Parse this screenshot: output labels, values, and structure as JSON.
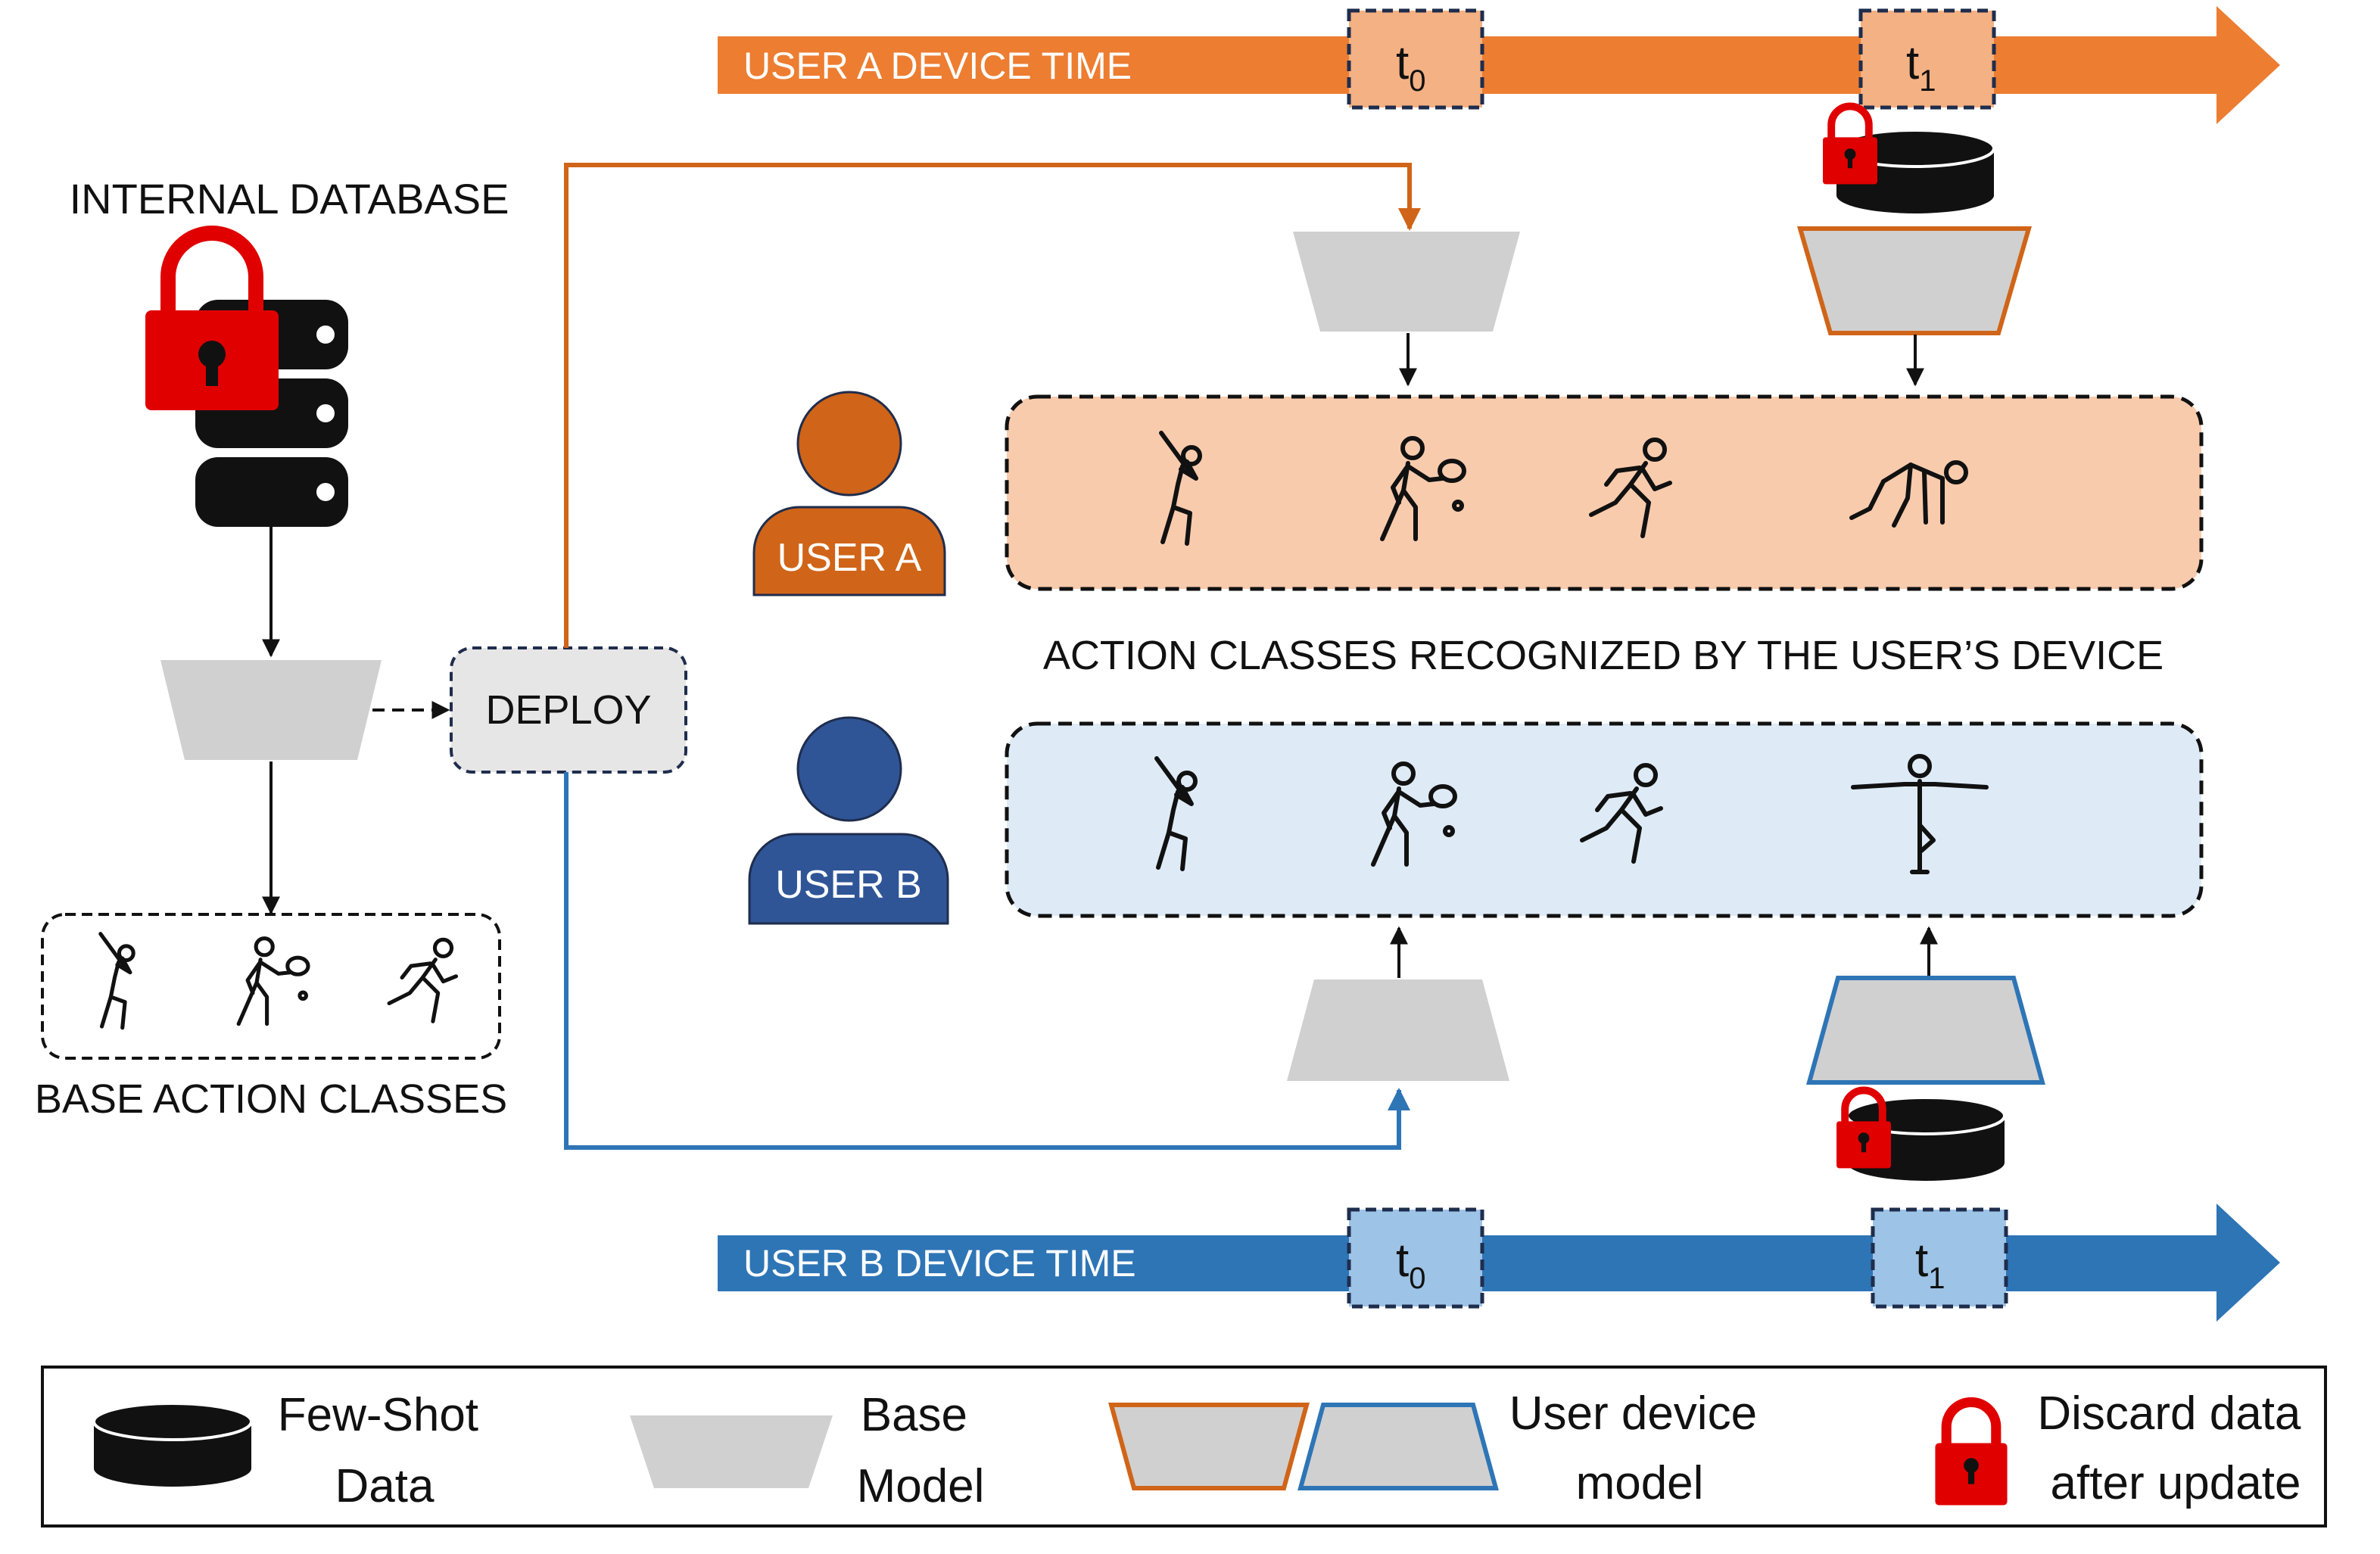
{
  "internal_database": {
    "title": "INTERNAL DATABASE"
  },
  "deploy": {
    "label": "DEPLOY"
  },
  "base_action_classes": {
    "label": "BASE ACTION CLASSES"
  },
  "recognized_caption": "ACTION CLASSES RECOGNIZED BY THE USER’S DEVICE",
  "user_a": {
    "label": "USER A",
    "timeline_label": "USER A DEVICE TIME",
    "t0": {
      "main": "t",
      "sub": "0"
    },
    "t1": {
      "main": "t",
      "sub": "1"
    }
  },
  "user_b": {
    "label": "USER B",
    "timeline_label": "USER B DEVICE TIME",
    "t0": {
      "main": "t",
      "sub": "0"
    },
    "t1": {
      "main": "t",
      "sub": "1"
    }
  },
  "legend": {
    "few_shot_line1": "Few-Shot",
    "few_shot_line2": "Data",
    "base_line1": "Base",
    "base_line2": "Model",
    "user_device_line1": "User device",
    "user_device_line2": "model",
    "discard_line1": "Discard data",
    "discard_line2": "after update"
  },
  "colors": {
    "orange": "#ED7D31",
    "orange_dark": "#D06418",
    "orange_panel": "#F8CBAD",
    "orange_tbox": "#F4B183",
    "blue": "#2E75B6",
    "blue_dark": "#2F5597",
    "blue_panel": "#DEEBF7",
    "blue_tbox": "#9DC3E6",
    "red_lock": "#E00000",
    "gray_model": "#D0D0D0",
    "dark_border": "#1F2D4D"
  },
  "icons": [
    "golf-swing-icon",
    "tennis-player-icon",
    "running-icon",
    "crawling-icon",
    "yoga-tree-pose-icon",
    "database-icon",
    "lock-icon"
  ]
}
